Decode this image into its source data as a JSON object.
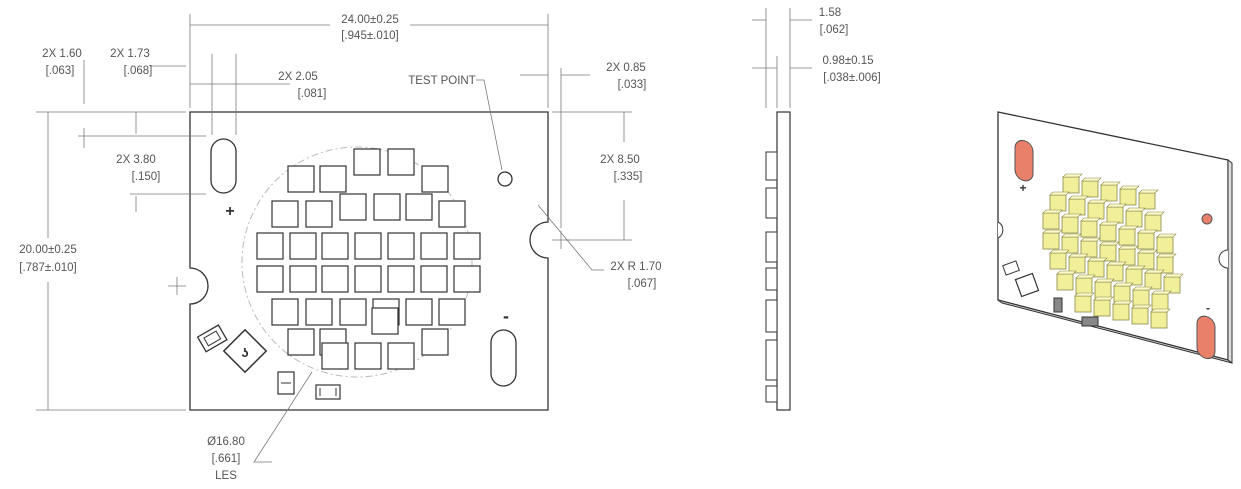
{
  "dims": {
    "width_mm": "24.00±0.25",
    "width_in": "[.945±.010]",
    "height_mm": "20.00±0.25",
    "height_in": "[.787±.010]",
    "slot_edge_mm": "2X  1.60",
    "slot_edge_in": "[.063]",
    "slot_pos_mm": "2X  1.73",
    "slot_pos_in": "[.068]",
    "slot_width_mm": "2X  2.05",
    "slot_width_in": "[.081]",
    "slot_len_mm": "2X  3.80",
    "slot_len_in": "[.150]",
    "test_point": "TEST POINT",
    "notch_off_mm": "2X  0.85",
    "notch_off_in": "[.033]",
    "notch_pos_mm": "2X  8.50",
    "notch_pos_in": "[.335]",
    "notch_r_mm": "2X R 1.70",
    "notch_r_in": "[.067]",
    "les_mm": "Ø16.80",
    "les_in": "[.661]",
    "les_label": "LES",
    "thick_mm": "1.58",
    "thick_in": "[.062]",
    "sub_mm": "0.98±0.15",
    "sub_in": "[.038±.006]"
  },
  "symbols": {
    "plus": "+",
    "minus": "-"
  },
  "colors": {
    "line": "#333333",
    "dimension": "#7a7a7a",
    "pad": "#e8806a",
    "led_yellow": "#f2ef9a",
    "board": "#ffffff"
  }
}
